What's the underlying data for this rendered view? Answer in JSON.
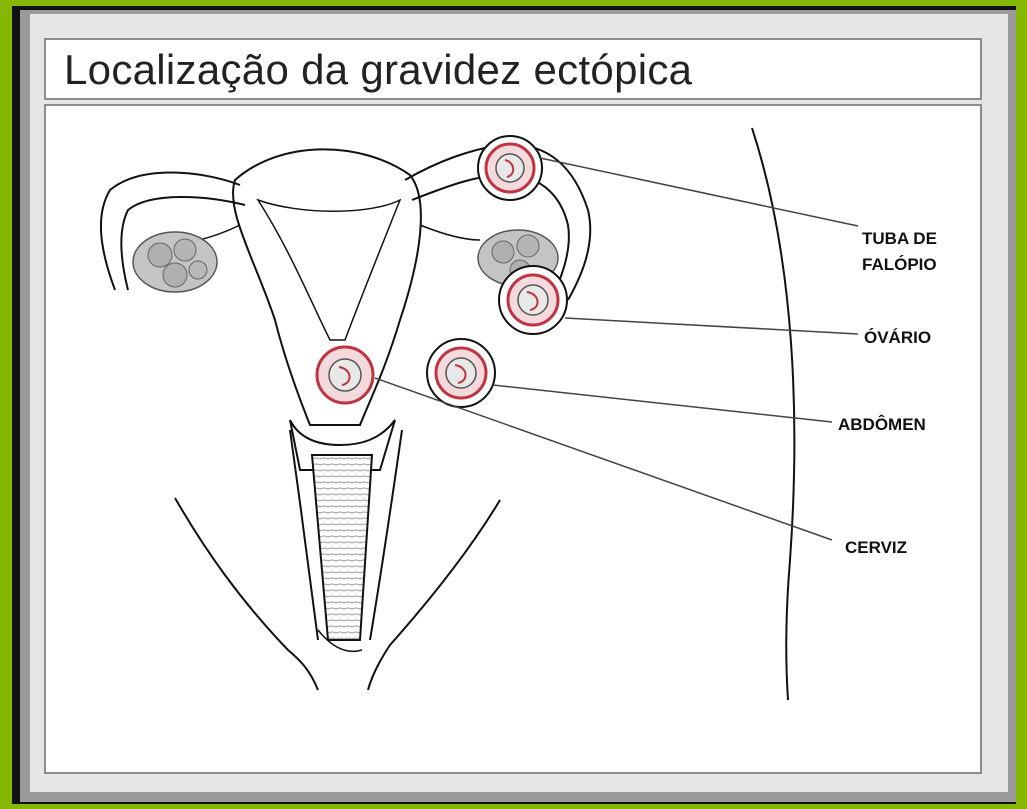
{
  "title": "Localização da gravidez ectópica",
  "labels": {
    "tuba_line1": "TUBA DE",
    "tuba_line2": "FALÓPIO",
    "ovario": "ÓVÁRIO",
    "abdomen": "ABDÔMEN",
    "cerviz": "CERVIZ"
  },
  "colors": {
    "border_green": "#85b800",
    "implant_red": "#c0343f",
    "ovary_gray": "#bdbdbd"
  }
}
